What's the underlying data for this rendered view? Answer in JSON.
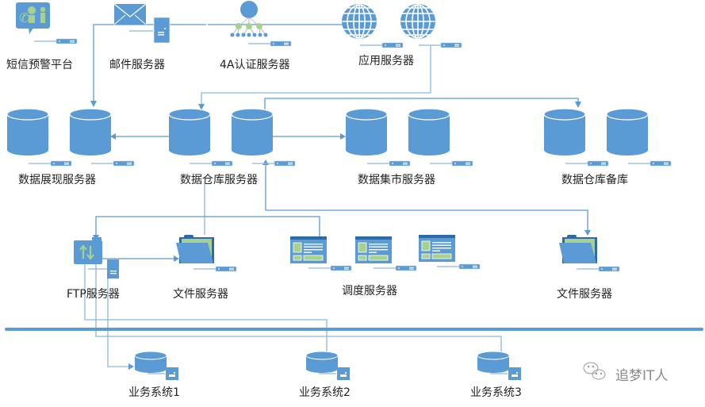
{
  "diagram": {
    "colors": {
      "primary": "#5b9bd5",
      "accent_green": "#a9d18e",
      "dark_blue": "#2e6aa3",
      "bus": "#5b9bd5",
      "text": "#222222"
    },
    "nodes": {
      "sms": {
        "label": "短信预警平台",
        "icon": "sms-alert-icon"
      },
      "mail": {
        "label": "邮件服务器",
        "icon": "mail-server-icon"
      },
      "auth4a": {
        "label": "4A认证服务器",
        "icon": "hierarchy-auth-icon"
      },
      "app": {
        "label": "应用服务器",
        "icon": "globe-server-icon"
      },
      "display": {
        "label": "数据展现服务器",
        "icon": "database-icon"
      },
      "warehouse": {
        "label": "数据仓库服务器",
        "icon": "database-icon"
      },
      "mart": {
        "label": "数据集市服务器",
        "icon": "database-icon"
      },
      "backup": {
        "label": "数据仓库备库",
        "icon": "database-icon"
      },
      "ftp": {
        "label": "FTP服务器",
        "icon": "ftp-transfer-icon"
      },
      "file1": {
        "label": "文件服务器",
        "icon": "folder-icon"
      },
      "scheduler": {
        "label": "调度服务器",
        "icon": "window-app-icon"
      },
      "file2": {
        "label": "文件服务器",
        "icon": "folder-icon"
      },
      "biz1": {
        "label": "业务系统1",
        "icon": "database-small-icon"
      },
      "biz2": {
        "label": "业务系统2",
        "icon": "database-small-icon"
      },
      "biz3": {
        "label": "业务系统3",
        "icon": "database-small-icon"
      }
    },
    "watermark": {
      "text": "追梦IT人",
      "icon": "wechat-icon"
    }
  }
}
